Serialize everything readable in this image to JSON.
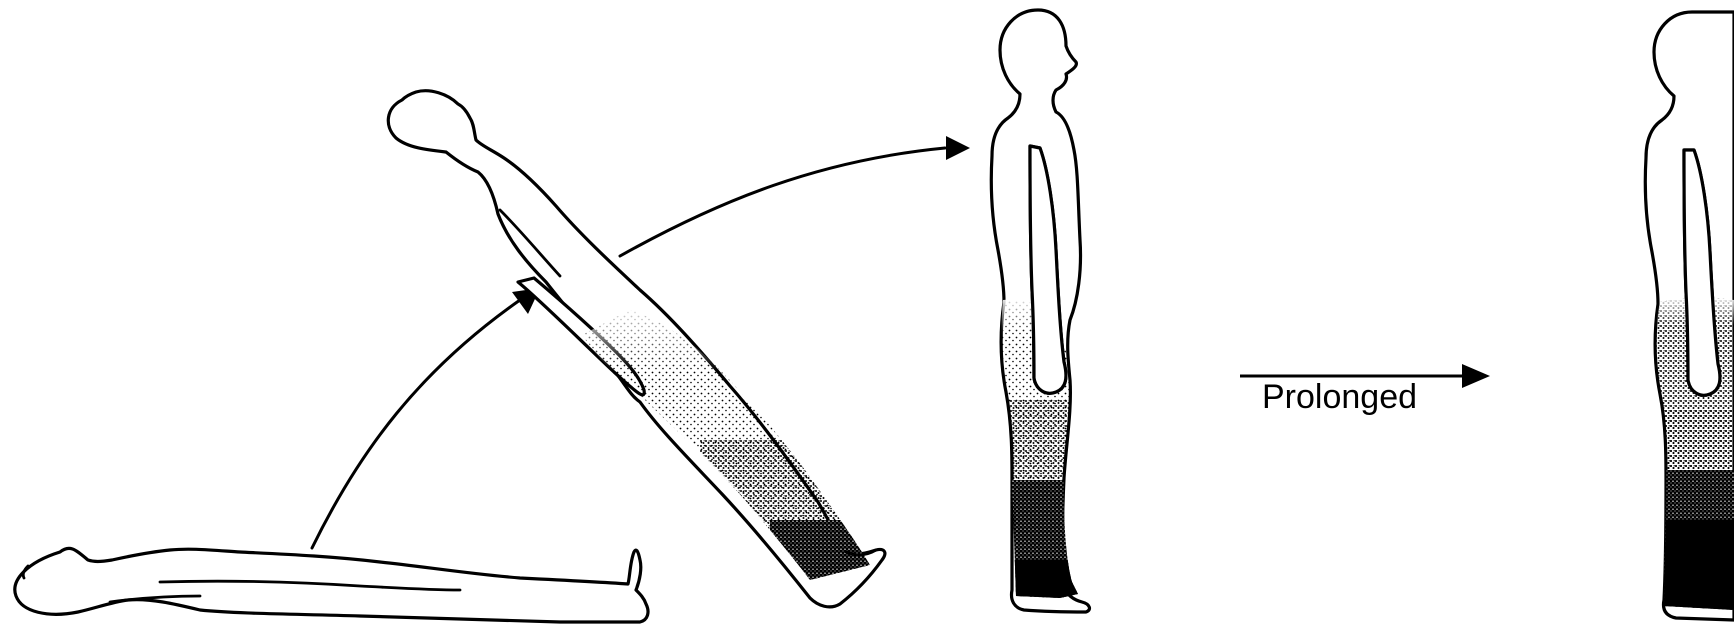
{
  "labels": {
    "transition": "Prolonged"
  },
  "colors": {
    "ink": "#000000",
    "paper": "#ffffff"
  },
  "figures": [
    {
      "name": "supine",
      "pooling": "none"
    },
    {
      "name": "tilting",
      "pooling": "moderate"
    },
    {
      "name": "standing",
      "pooling": "moderate"
    },
    {
      "name": "prolonged-standing",
      "pooling": "heavy"
    }
  ]
}
